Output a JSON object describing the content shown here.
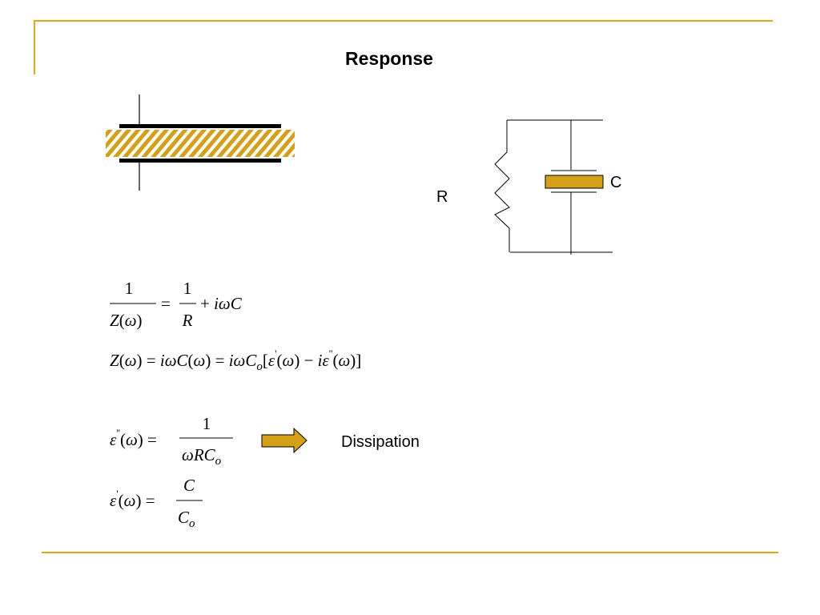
{
  "slide": {
    "title": "Response",
    "accent_color": "#dfa71a",
    "dielectric_color": "#d4a017"
  },
  "circuit": {
    "resistor_label": "R",
    "capacitor_label": "C"
  },
  "equations": {
    "admittance": "1/Z(ω) = 1/R + iωC",
    "impedance": "Z(ω) = iωC(ω) = iωC_o[ε'(ω) − iε''(ω)]",
    "loss_factor": "ε''(ω) = 1/(ωRC_o)",
    "permittivity": "ε'(ω) = C/C_o"
  },
  "annotation": {
    "dissipation_label": "Dissipation",
    "arrow_color": "#d4a017"
  }
}
